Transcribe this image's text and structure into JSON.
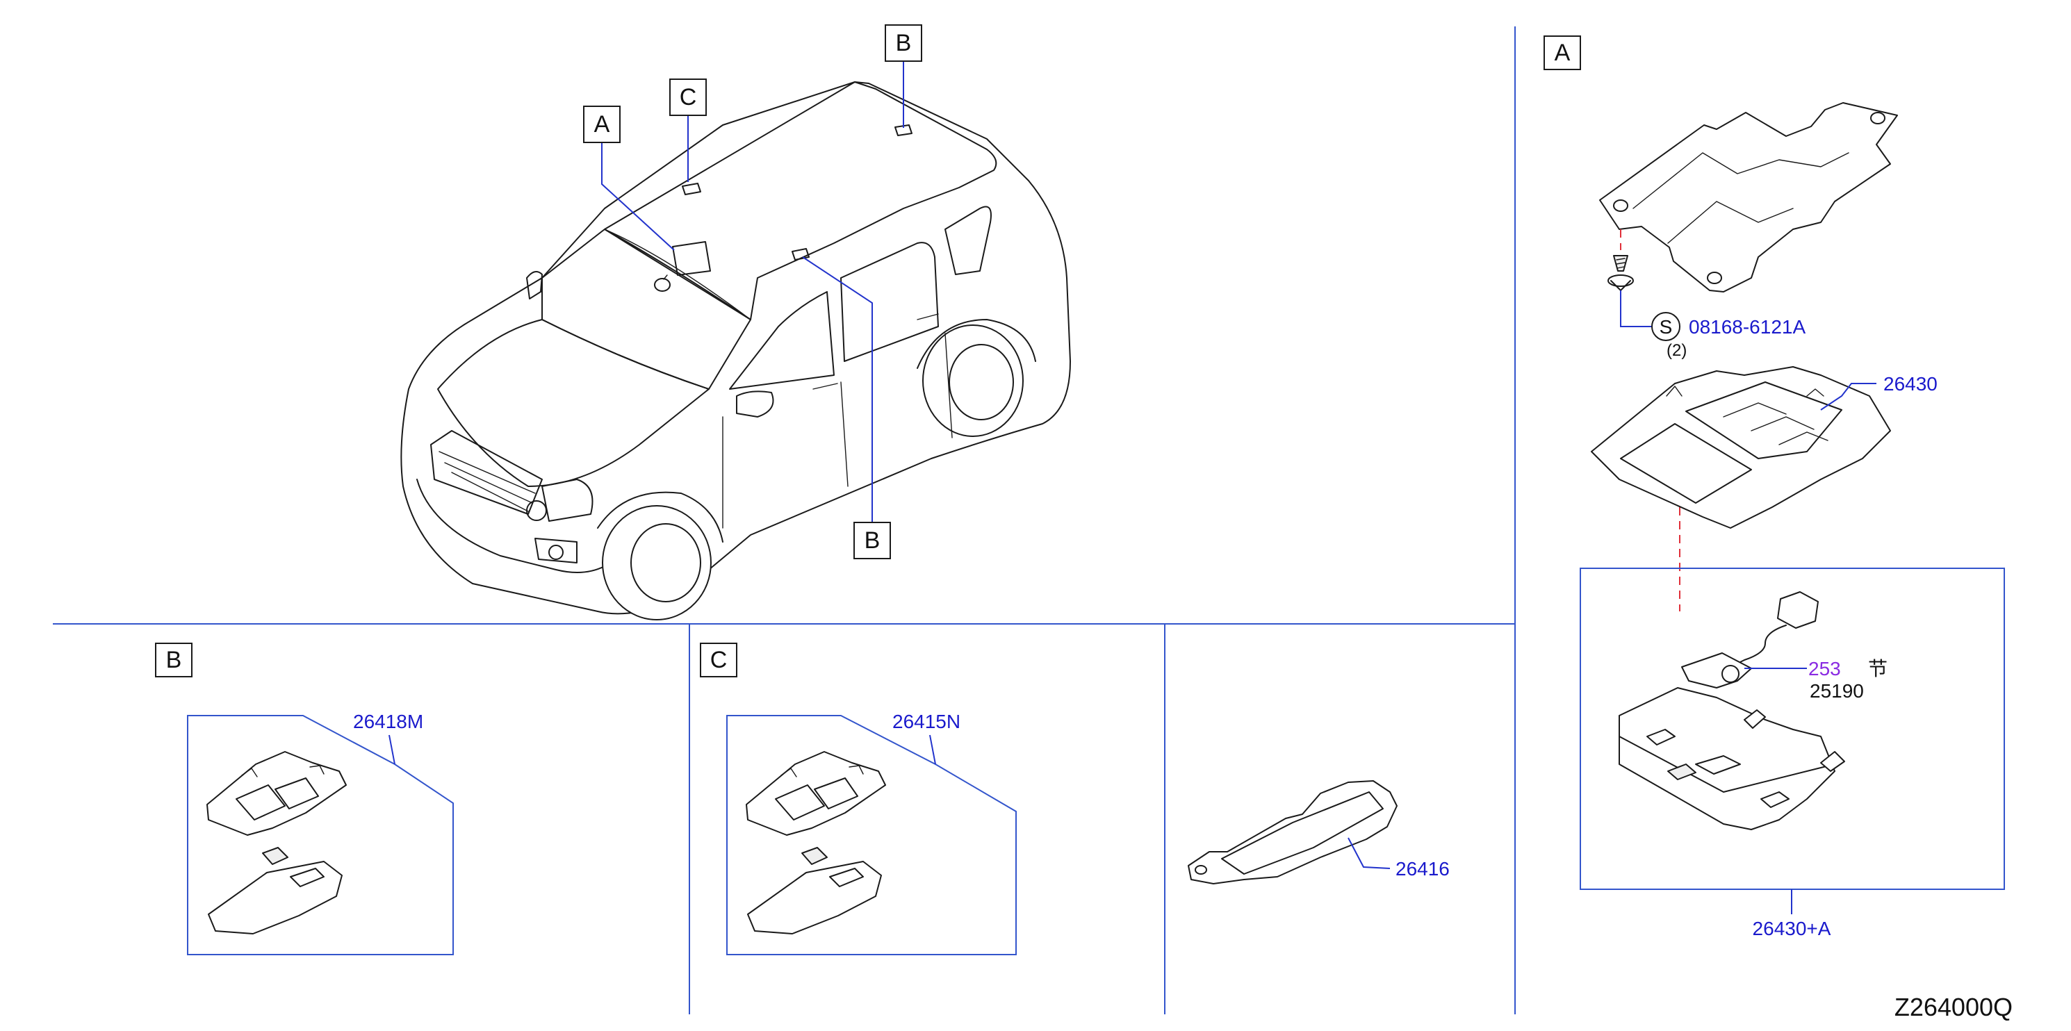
{
  "colors": {
    "part_number": "#1a1acc",
    "leader": "#2233cc",
    "divider": "#3355cc",
    "dash": "#e0303a",
    "special": "#8a2be2",
    "ink": "#1a1a1a"
  },
  "vehicle": {
    "callouts": [
      {
        "id": "A",
        "label": "A"
      },
      {
        "id": "C",
        "label": "C"
      },
      {
        "id": "B-top",
        "label": "B"
      },
      {
        "id": "B-bottom",
        "label": "B"
      }
    ]
  },
  "sections": {
    "A": {
      "label": "A"
    },
    "B": {
      "label": "B"
    },
    "C": {
      "label": "C"
    }
  },
  "parts": {
    "screw": {
      "symbol": "S",
      "number": "08168-6121A",
      "qty": "(2)"
    },
    "bracket_26430": "26430",
    "lamp_26418M": "26418M",
    "lamp_26415N": "26415N",
    "lamp_26416": "26416",
    "assembly_26430A": "26430+A",
    "harness_253": "253",
    "harness_glyph": "节",
    "switch_25190": "25190"
  },
  "diagram_code": "Z264000Q"
}
